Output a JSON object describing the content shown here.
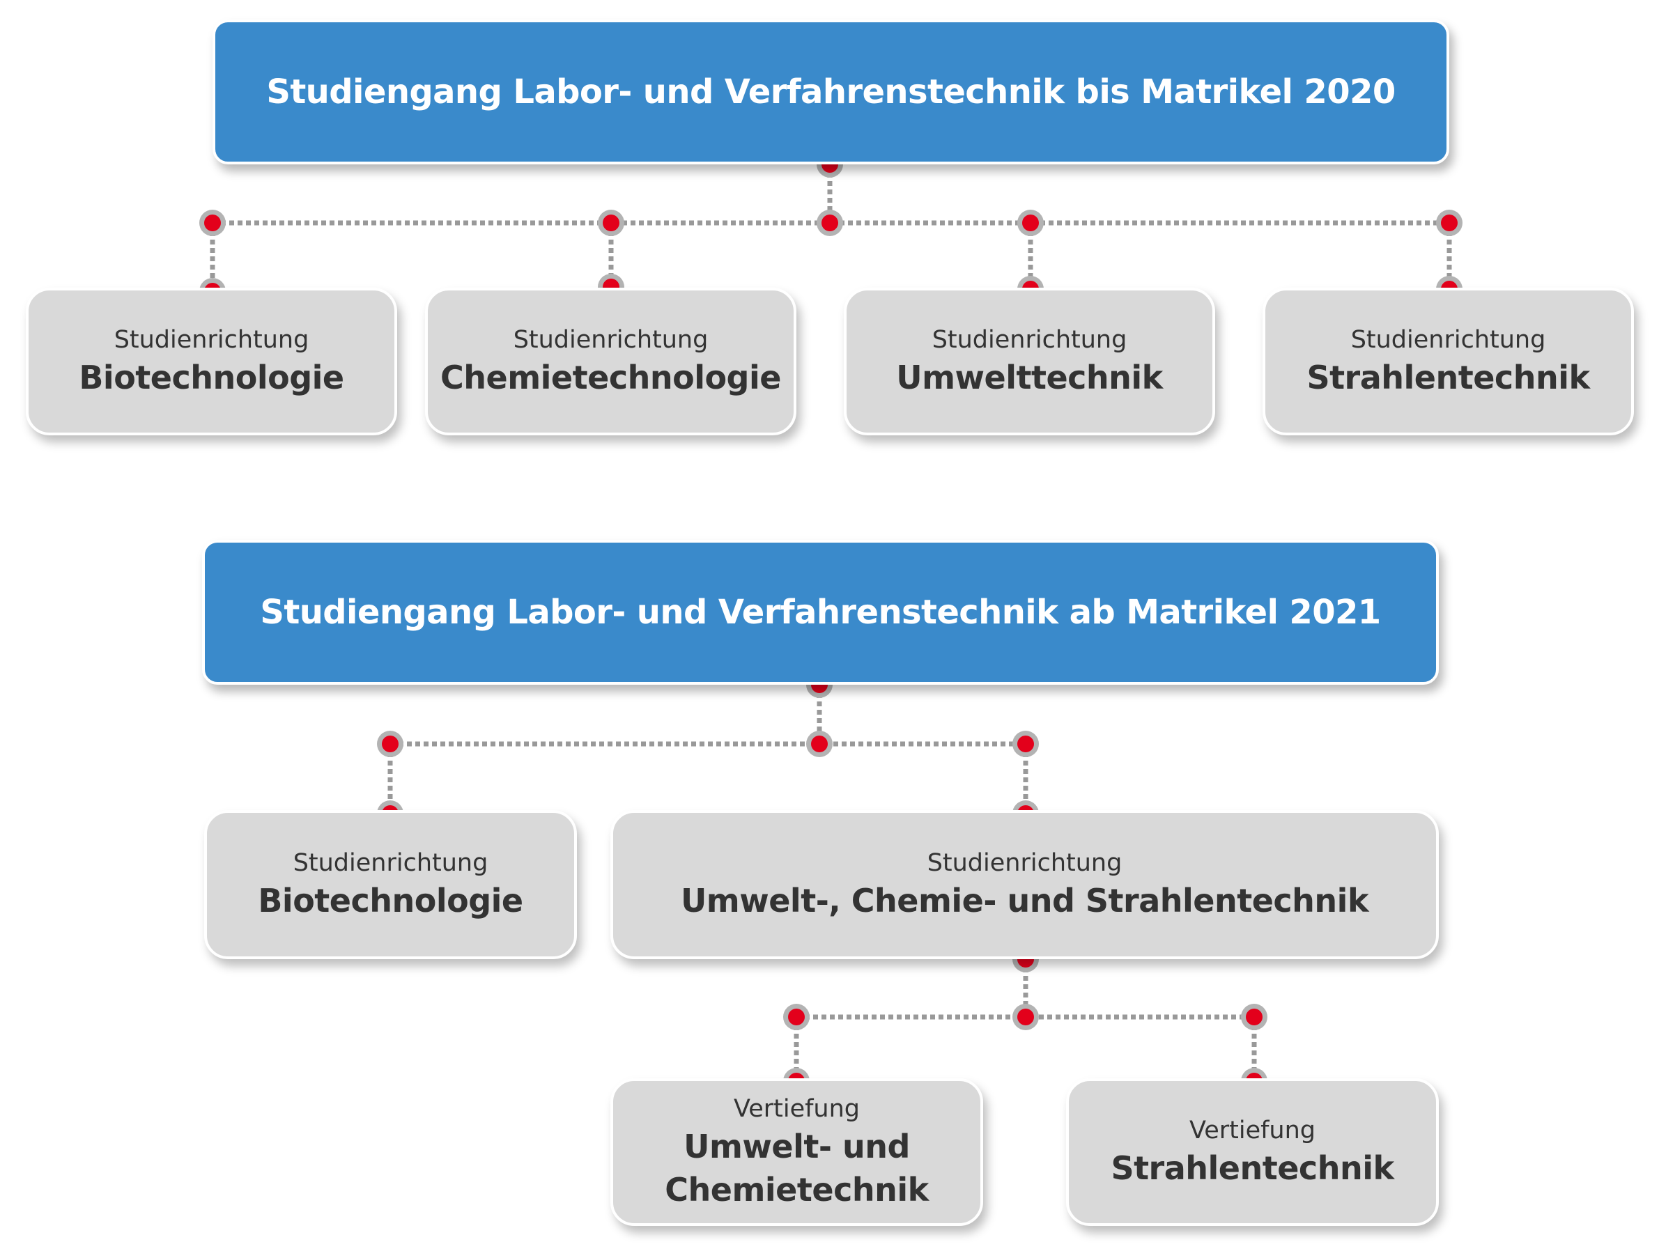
{
  "colors": {
    "header": "#3a8acb",
    "node": "#d9d9d9",
    "text": "#333333",
    "dot": "#e3001b",
    "dot_ring": "#b3b3b3",
    "line": "#999999"
  },
  "top": {
    "title": "Studiengang Labor- und Verfahrenstechnik bis Matrikel 2020",
    "branches": [
      {
        "label": "Studienrichtung",
        "name": "Biotechnologie"
      },
      {
        "label": "Studienrichtung",
        "name": "Chemietechnologie"
      },
      {
        "label": "Studienrichtung",
        "name": "Umwelttechnik"
      },
      {
        "label": "Studienrichtung",
        "name": "Strahlentechnik"
      }
    ]
  },
  "bottom": {
    "title": "Studiengang Labor- und Verfahrenstechnik ab Matrikel 2021",
    "branches": [
      {
        "label": "Studienrichtung",
        "name": "Biotechnologie"
      },
      {
        "label": "Studienrichtung",
        "name": "Umwelt-, Chemie- und Strahlentechnik"
      }
    ],
    "specializations": [
      {
        "label": "Vertiefung",
        "name_line1": "Umwelt- und",
        "name_line2": "Chemietechnik"
      },
      {
        "label": "Vertiefung",
        "name": "Strahlentechnik"
      }
    ]
  }
}
